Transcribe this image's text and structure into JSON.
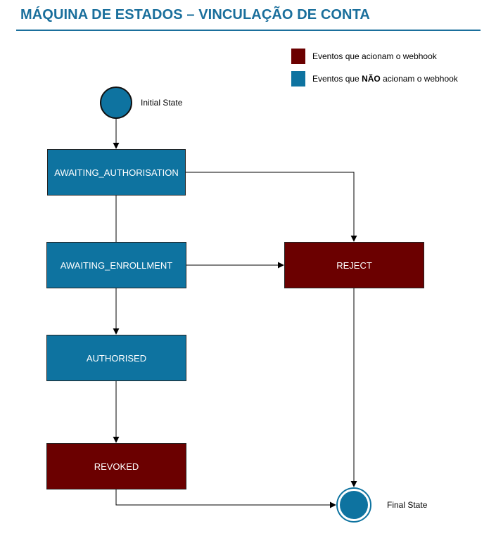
{
  "title": "MÁQUINA DE ESTADOS – VINCULAÇÃO DE CONTA",
  "legend": [
    {
      "label_pre": "Eventos que acionam o webhook",
      "label_bold": "",
      "label_post": "",
      "color": "#6b0000"
    },
    {
      "label_pre": "Eventos que ",
      "label_bold": "NÃO",
      "label_post": " acionam o webhook",
      "color": "#0e73a0"
    }
  ],
  "initial_label": "Initial State",
  "final_label": "Final State",
  "states": {
    "awaiting_authorisation": {
      "label": "AWAITING_AUTHORISATION",
      "color": "#0e73a0"
    },
    "awaiting_enrollment": {
      "label": "AWAITING_ENROLLMENT",
      "color": "#0e73a0"
    },
    "authorised": {
      "label": "AUTHORISED",
      "color": "#0e73a0"
    },
    "revoked": {
      "label": "REVOKED",
      "color": "#6b0000"
    },
    "reject": {
      "label": "REJECT",
      "color": "#6b0000"
    }
  }
}
